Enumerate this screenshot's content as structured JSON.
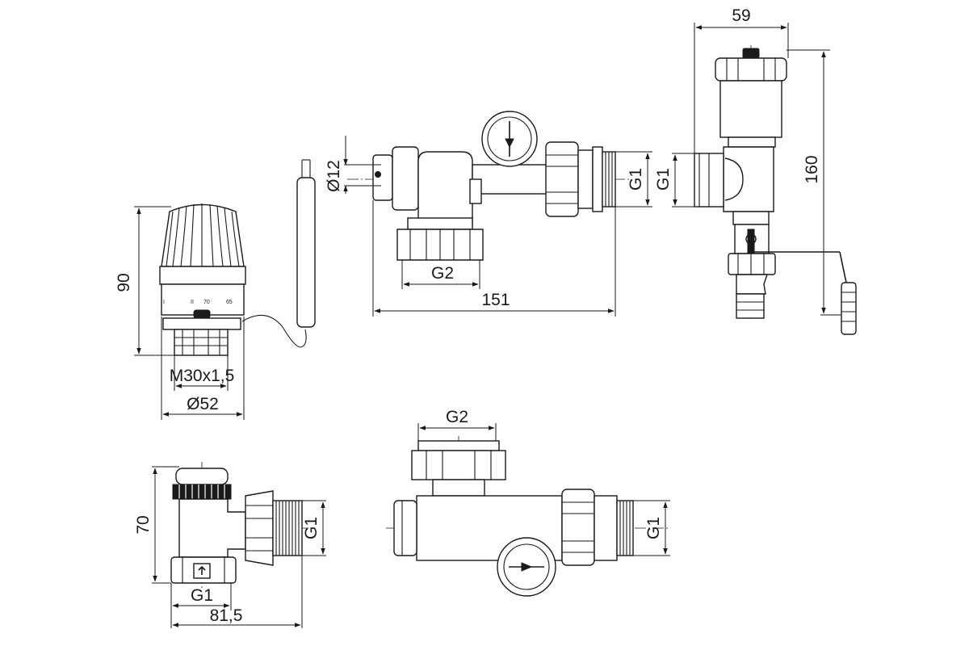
{
  "dimensions": {
    "thermostat_height": "90",
    "thermostat_thread": "M30x1,5",
    "thermostat_diameter": "Ø52",
    "sensor_diameter": "Ø12",
    "mixer_inlet_thread": "G1",
    "mixer_bottom_thread": "G2",
    "mixer_length": "151",
    "vent_width": "59",
    "vent_height": "160",
    "vent_side_thread": "G1",
    "valve_height": "70",
    "valve_outlet_thread": "G1",
    "valve_inlet_thread": "G1",
    "valve_length": "81,5",
    "mixer2_top_thread": "G2",
    "mixer2_side_thread": "G1"
  },
  "dial_marks": {
    "m1": "70",
    "m2": "65",
    "m3": "II",
    "m4": "I"
  }
}
